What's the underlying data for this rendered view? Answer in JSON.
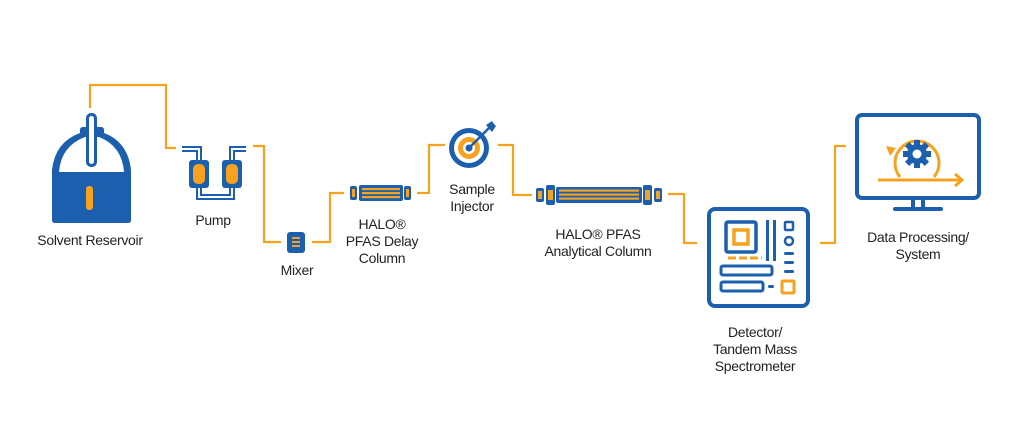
{
  "colors": {
    "blue": "#1b5fae",
    "orange": "#f6a21e",
    "text": "#222222"
  },
  "components": [
    {
      "id": "solvent-reservoir",
      "lines": [
        "Solvent Reservoir"
      ]
    },
    {
      "id": "pump",
      "lines": [
        "Pump"
      ]
    },
    {
      "id": "mixer",
      "lines": [
        "Mixer"
      ]
    },
    {
      "id": "delay-column",
      "lines": [
        "HALO®",
        "PFAS Delay",
        "Column"
      ]
    },
    {
      "id": "sample-injector",
      "lines": [
        "Sample",
        "Injector"
      ]
    },
    {
      "id": "analytical-column",
      "lines": [
        "HALO® PFAS",
        "Analytical Column"
      ]
    },
    {
      "id": "detector",
      "lines": [
        "Detector/",
        "Tandem Mass",
        "Spectrometer"
      ]
    },
    {
      "id": "data-processing",
      "lines": [
        "Data Processing/",
        "System"
      ]
    }
  ]
}
